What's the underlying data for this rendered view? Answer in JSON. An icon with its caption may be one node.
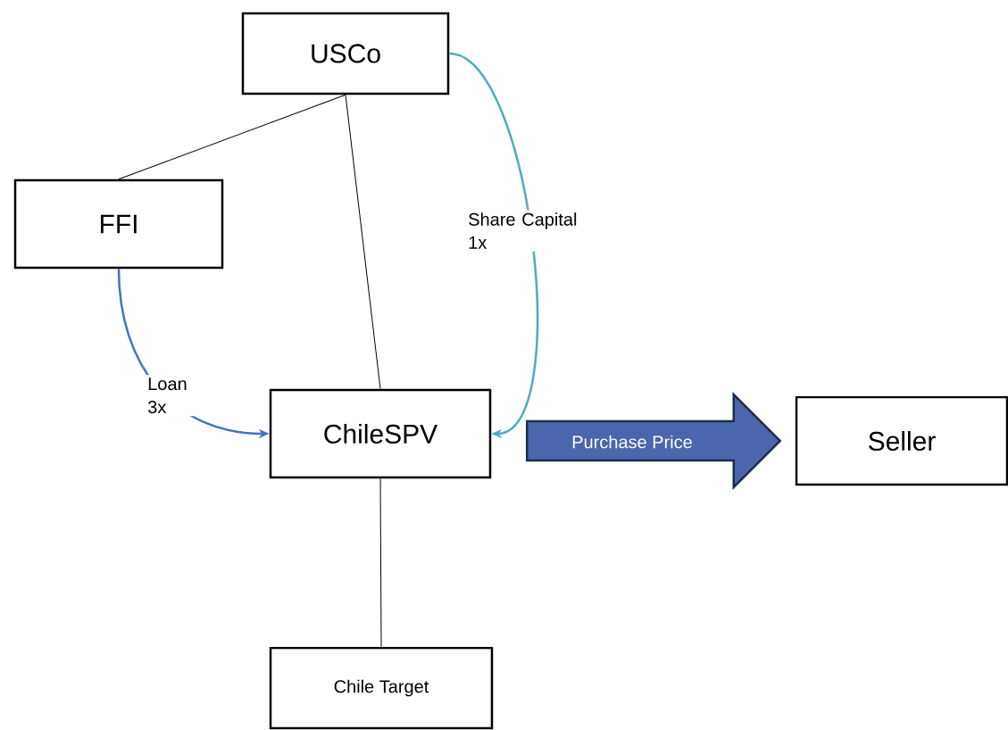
{
  "diagram": {
    "nodes": [
      {
        "text": [
          "USCo"
        ]
      },
      {
        "text": [
          "FFI"
        ]
      },
      {
        "text": [
          "ChileSPV"
        ]
      },
      {
        "text": [
          "Seller"
        ]
      },
      {
        "text": [
          "Chile Target"
        ]
      }
    ],
    "edges": [
      {
        "from": 0,
        "to": 1,
        "arrow": "none"
      },
      {
        "from": 0,
        "to": 2,
        "arrow": "none"
      },
      {
        "from": 1,
        "to": 2,
        "arrow": "to",
        "label": "Loan 3x",
        "color": "#4472c4"
      },
      {
        "from": 0,
        "to": 2,
        "arrow": "to",
        "label": "Share Capital 1x",
        "color": "#4bacc6"
      },
      {
        "from": 2,
        "to": 3,
        "arrow": "to",
        "label": "Purchase Price",
        "style": "thick",
        "color": "#4a66ac"
      },
      {
        "from": 2,
        "to": 4,
        "arrow": "none"
      }
    ]
  }
}
